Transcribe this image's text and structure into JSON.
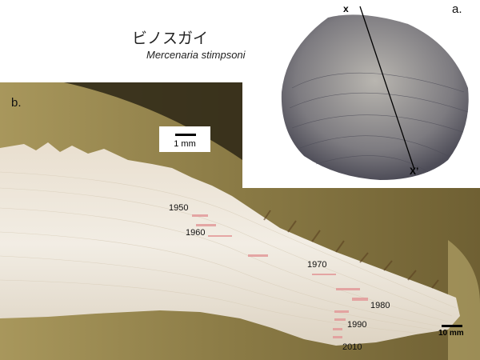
{
  "title_japanese": "ビノスガイ",
  "title_scientific": "Mercenaria stimpsoni",
  "panel_a": {
    "label": "a.",
    "section_start": "x",
    "section_end": "X’",
    "scale_bar": "10 mm"
  },
  "panel_b": {
    "label": "b.",
    "scale_bar": "1 mm",
    "year_labels": [
      "1950",
      "1960",
      "1970",
      "1980",
      "1990",
      "2010"
    ]
  },
  "colors": {
    "resin": "#8c7a42",
    "shell_band": "#ece5d8",
    "growth_marks": "#e39a9a"
  }
}
